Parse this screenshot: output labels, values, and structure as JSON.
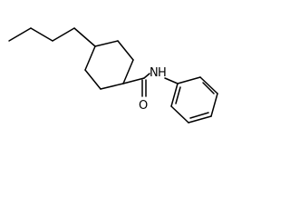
{
  "molecule": {
    "atom_labels": {
      "amide_nitrogen": "N",
      "amide_hydrogen": "H",
      "carbonyl_oxygen": "O"
    },
    "colors": {
      "bond": "#000000",
      "label": "#000000",
      "background": "#ffffff"
    }
  }
}
